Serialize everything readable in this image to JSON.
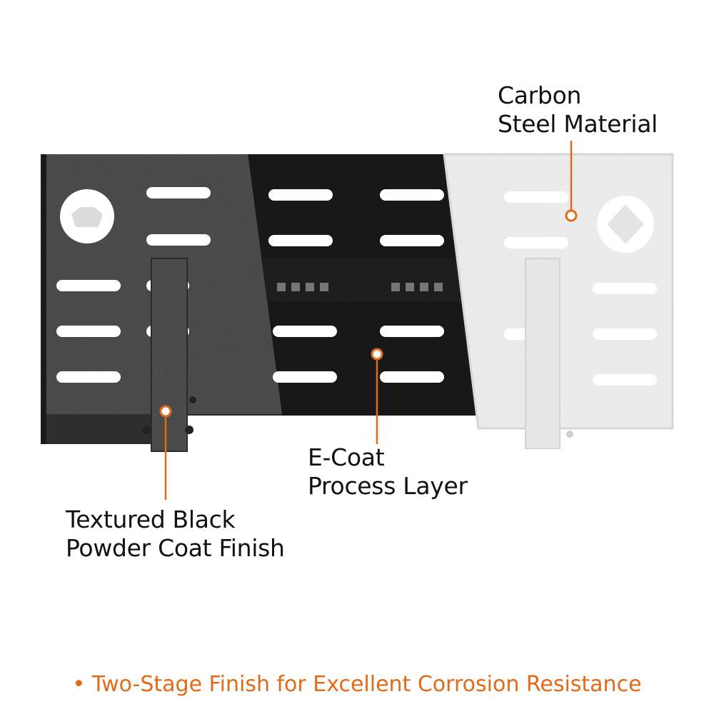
{
  "callouts": {
    "carbon": {
      "line1": "Carbon",
      "line2": "Steel Material"
    },
    "ecoat": {
      "line1": "E-Coat",
      "line2": "Process Layer"
    },
    "textured": {
      "line1": "Textured Black",
      "line2": "Powder Coat Finish"
    }
  },
  "footer": {
    "bullet": "•",
    "text": "Two-Stage Finish for Excellent Corrosion Resistance"
  },
  "colors": {
    "accent": "#e36a17",
    "powder_coat": "#3a3a3a",
    "ecoat": "#111111",
    "raw_steel": "#ebebeb"
  }
}
